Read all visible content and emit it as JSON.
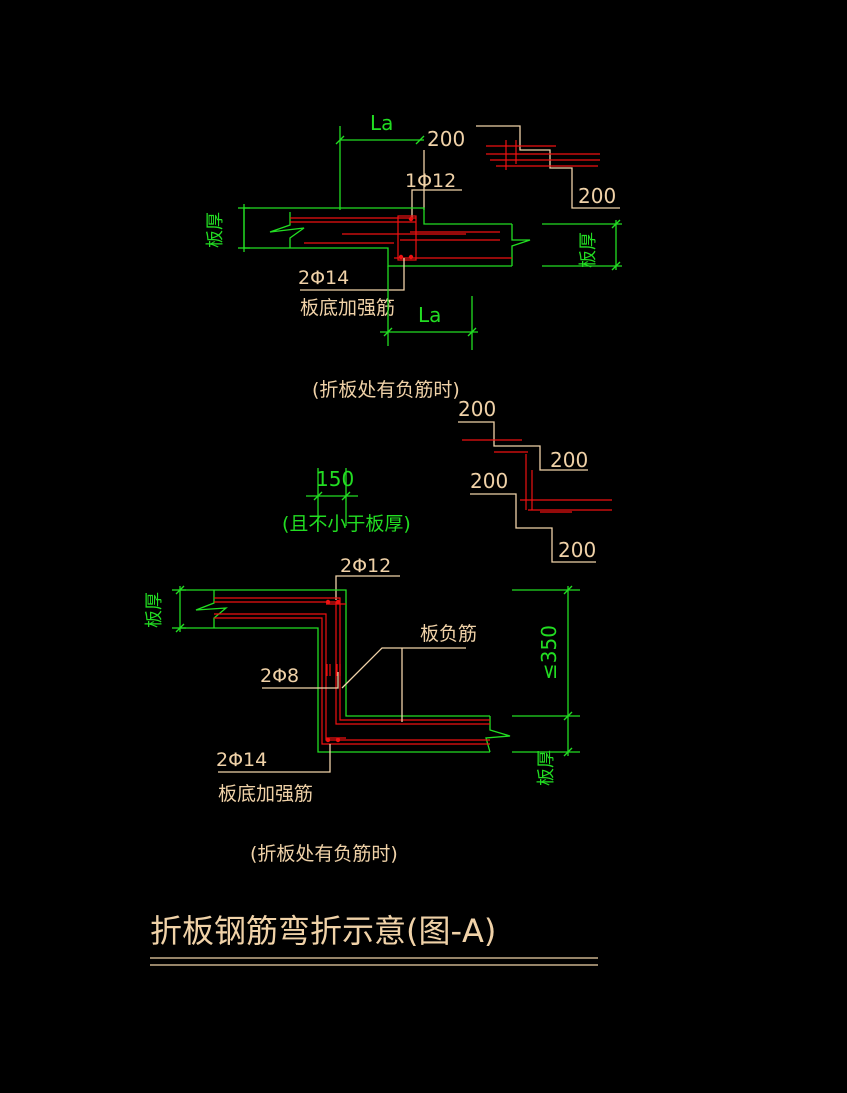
{
  "upper_detail": {
    "dim_la_top": "La",
    "dim_200": "200",
    "bar_top": "1Φ12",
    "board_thickness_left": "板厚",
    "board_thickness_right": "板厚",
    "bar_bottom": "2Φ14",
    "bottom_reinforcement": "板底加强筋",
    "dim_la_bottom": "La",
    "caption": "(折板处有负筋时)"
  },
  "upper_inset": {
    "dim_200": "200"
  },
  "middle_inset": {
    "dim_a": "200",
    "dim_b": "200",
    "dim_c": "200",
    "dim_d": "200"
  },
  "lower_detail": {
    "dim_150": "150",
    "note": "(且不小于板厚)",
    "bar_top": "2Φ12",
    "board_thickness_left": "板厚",
    "negative_bar": "板负筋",
    "bar_stirrup": "2Φ8",
    "dim_350": "≤350",
    "bar_bottom": "2Φ14",
    "bottom_reinforcement": "板底加强筋",
    "board_thickness_right": "板厚",
    "caption": "(折板处有负筋时)"
  },
  "title": "折板钢筋弯折示意(图-A)"
}
